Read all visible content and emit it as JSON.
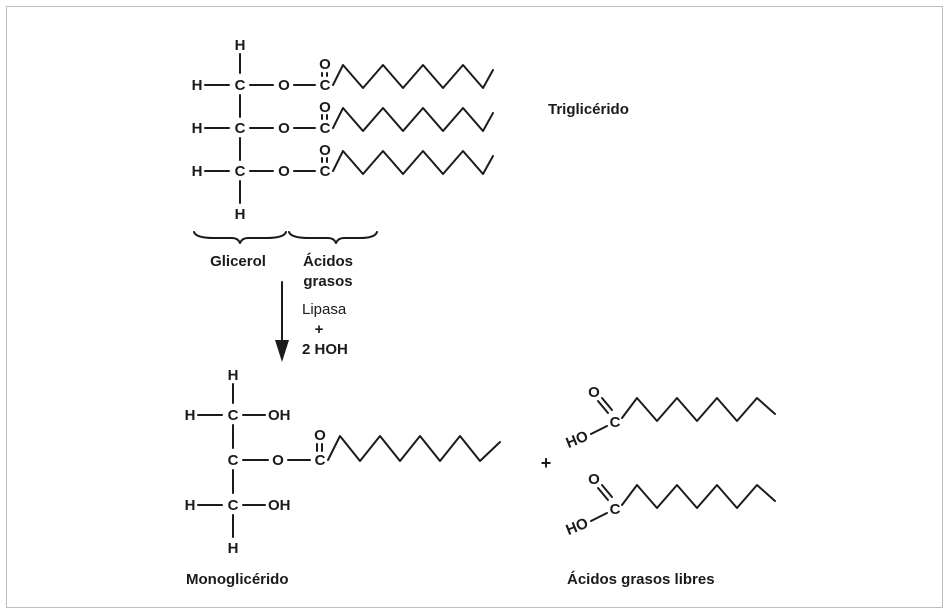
{
  "labels": {
    "triglyceride": "Triglicérido",
    "glycerol": "Glicerol",
    "fatty_acids_line1": "Ácidos",
    "fatty_acids_line2": "grasos",
    "enzyme": "Lipasa",
    "plus_sign": "+",
    "water": "2 HOH",
    "monoglyceride": "Monoglicérido",
    "free_fatty_acids": "Ácidos grasos libres",
    "reaction_plus": "+"
  },
  "atoms": {
    "H": "H",
    "C": "C",
    "O": "O",
    "OH": "OH",
    "HO": "HO"
  },
  "colors": {
    "ink": "#1b1b1b",
    "frame": "#bdbdbd",
    "background": "#ffffff"
  }
}
